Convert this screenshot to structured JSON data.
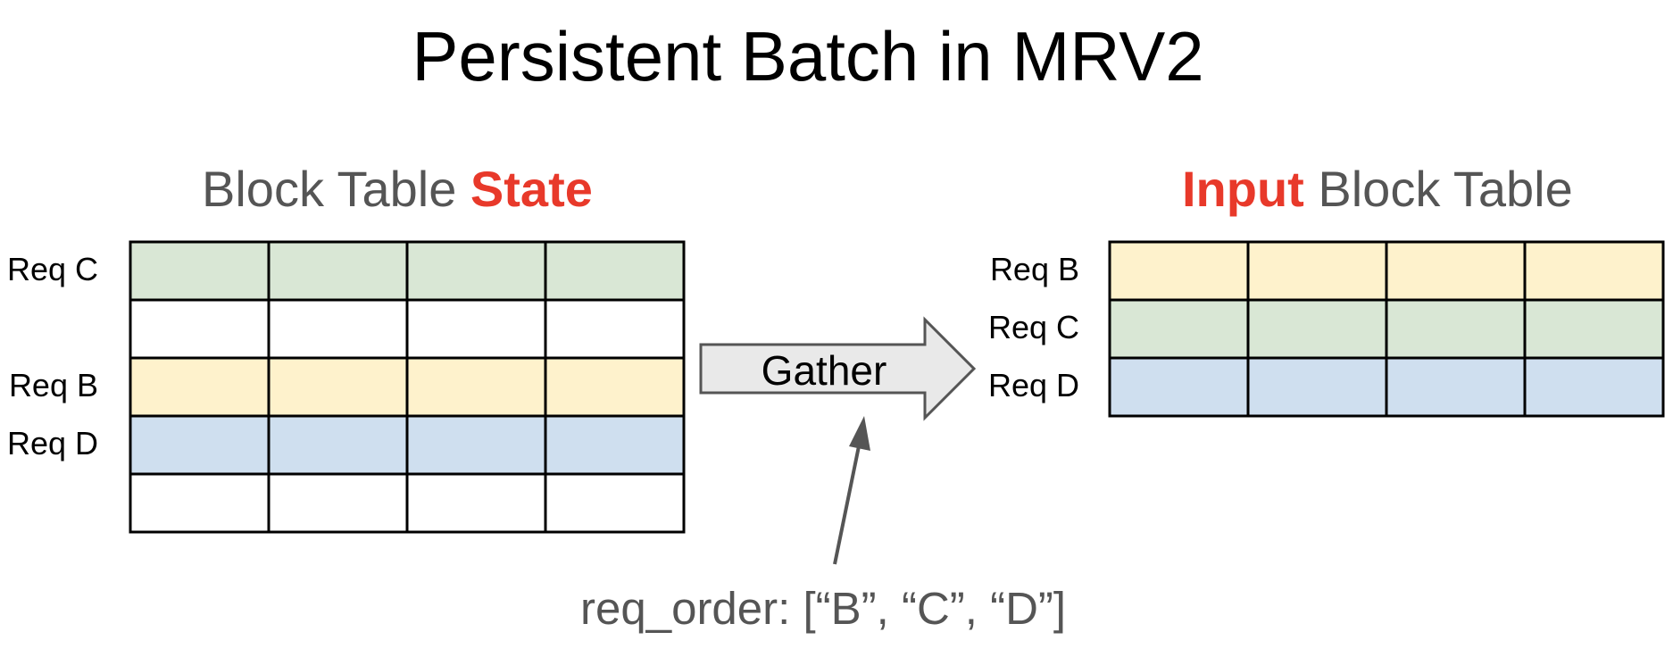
{
  "title": "Persistent Batch in MRV2",
  "colors": {
    "accent": "#e8392a",
    "heading_gray": "#555555",
    "green": "#d9e7d5",
    "yellow": "#fef2cc",
    "blue": "#cfdfef",
    "white": "#ffffff",
    "arrow_fill": "#e9e9e9",
    "arrow_stroke": "#555555"
  },
  "left_table": {
    "heading_normal": "Block Table ",
    "heading_accent": "State",
    "columns": 4,
    "rows": [
      {
        "label": "Req C",
        "color": "green"
      },
      {
        "label": "",
        "color": "white"
      },
      {
        "label": "Req B",
        "color": "yellow"
      },
      {
        "label": "Req D",
        "color": "blue"
      },
      {
        "label": "",
        "color": "white"
      }
    ]
  },
  "right_table": {
    "heading_accent": "Input",
    "heading_normal": " Block Table",
    "columns": 4,
    "rows": [
      {
        "label": "Req B",
        "color": "yellow"
      },
      {
        "label": "Req C",
        "color": "green"
      },
      {
        "label": "Req D",
        "color": "blue"
      }
    ]
  },
  "gather_arrow": {
    "label": "Gather"
  },
  "req_order": {
    "label": "req_order: [“B”, “C”, “D”]"
  }
}
